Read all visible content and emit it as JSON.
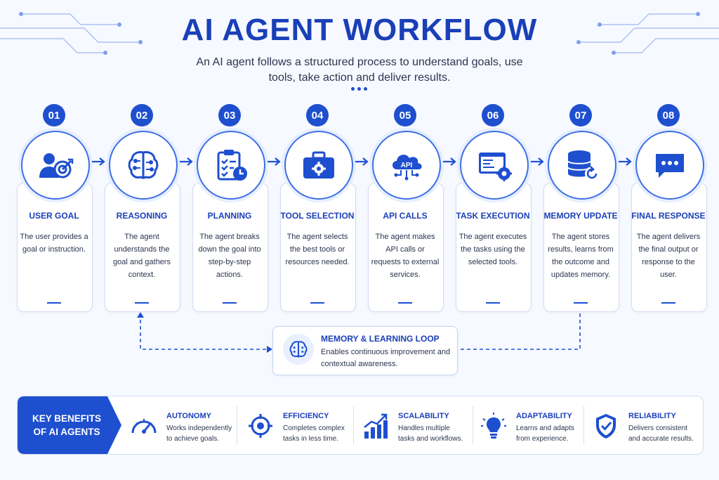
{
  "title": "AI AGENT WORKFLOW",
  "subtitle": "An AI agent follows a structured process to understand goals, use tools, take action and deliver results.",
  "colors": {
    "primary": "#1e4fcf",
    "accent": "#3d6fe4",
    "background": "#f6f9ff"
  },
  "steps": [
    {
      "number": "01",
      "label": "USER GOAL",
      "description": "The user provides a goal or instruction.",
      "icon": "user-target-icon"
    },
    {
      "number": "02",
      "label": "REASONING",
      "description": "The agent understands the goal and gathers context.",
      "icon": "brain-icon"
    },
    {
      "number": "03",
      "label": "PLANNING",
      "description": "The agent breaks down the goal into step-by-step actions.",
      "icon": "clipboard-checklist-icon"
    },
    {
      "number": "04",
      "label": "TOOL SELECTION",
      "description": "The agent selects the best tools or resources needed.",
      "icon": "toolbox-icon"
    },
    {
      "number": "05",
      "label": "API CALLS",
      "description": "The agent makes API calls or requests to external services.",
      "icon": "api-cloud-icon"
    },
    {
      "number": "06",
      "label": "TASK EXECUTION",
      "description": "The agent executes the tasks using the selected tools.",
      "icon": "code-window-gear-icon"
    },
    {
      "number": "07",
      "label": "MEMORY UPDATE",
      "description": "The agent stores results, learns from the outcome and updates memory.",
      "icon": "database-refresh-icon"
    },
    {
      "number": "08",
      "label": "FINAL RESPONSE",
      "description": "The agent delivers the final output or response to the user.",
      "icon": "chat-bubble-icon"
    }
  ],
  "loop": {
    "title": "MEMORY & LEARNING LOOP",
    "text": "Enables continuous improvement and contextual awareness.",
    "icon": "brain-icon"
  },
  "benefits": {
    "heading": "KEY BENEFITS OF AI AGENTS",
    "items": [
      {
        "title": "AUTONOMY",
        "text": "Works independently to achieve goals.",
        "icon": "speedometer-icon"
      },
      {
        "title": "EFFICIENCY",
        "text": "Completes complex tasks in less time.",
        "icon": "crosshair-icon"
      },
      {
        "title": "SCALABILITY",
        "text": "Handles multiple tasks and workflows.",
        "icon": "growth-chart-icon"
      },
      {
        "title": "ADAPTABILITY",
        "text": "Learns and adapts from experience.",
        "icon": "lightbulb-icon"
      },
      {
        "title": "RELIABILITY",
        "text": "Delivers consistent and accurate results.",
        "icon": "shield-check-icon"
      }
    ]
  }
}
